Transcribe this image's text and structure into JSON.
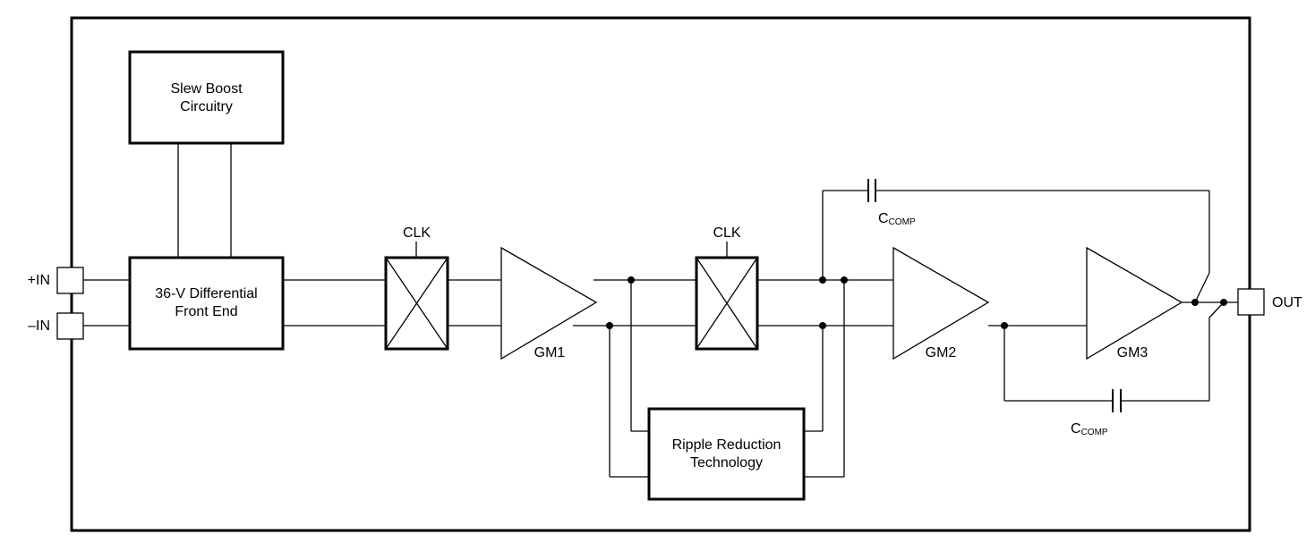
{
  "blocks": {
    "slew_boost": [
      "Slew Boost",
      "Circuitry"
    ],
    "front_end": [
      "36-V Differential",
      "Front End"
    ],
    "ripple": [
      "Ripple Reduction",
      "Technology"
    ]
  },
  "clk_labels": [
    "CLK",
    "CLK"
  ],
  "amplifiers": [
    "GM1",
    "GM2",
    "GM3"
  ],
  "capacitors": [
    {
      "main": "C",
      "sub": "COMP"
    },
    {
      "main": "C",
      "sub": "COMP"
    }
  ],
  "pins": {
    "in_plus": "+IN",
    "in_minus": "–IN",
    "out": "OUT"
  }
}
